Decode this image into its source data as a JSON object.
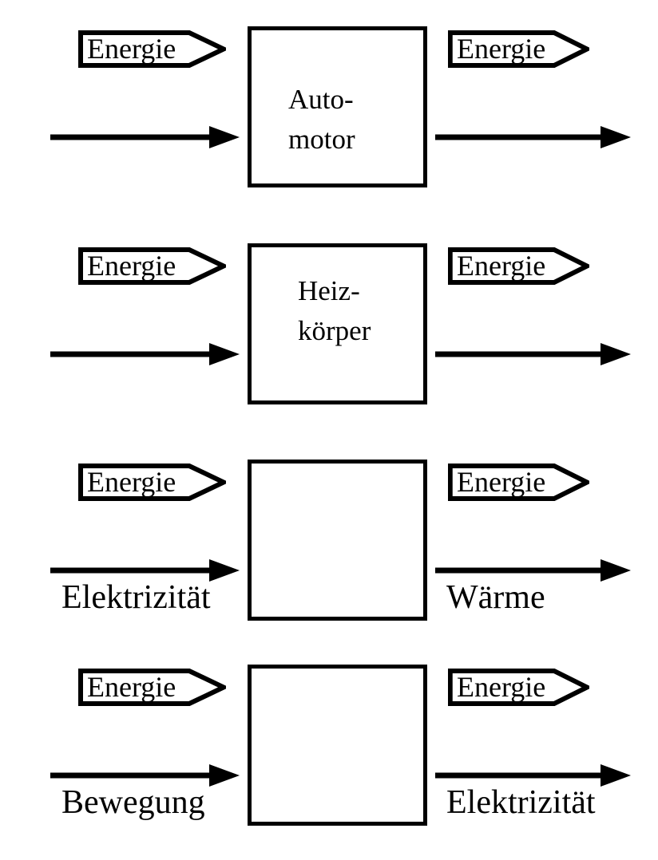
{
  "colors": {
    "line": "#000000",
    "background": "#ffffff"
  },
  "rows": [
    {
      "input_tag": "Energie",
      "output_tag": "Energie",
      "box_line1": "Auto-",
      "box_line2": "motor",
      "input_label": "",
      "output_label": ""
    },
    {
      "input_tag": "Energie",
      "output_tag": "Energie",
      "box_line1": "Heiz-",
      "box_line2": "körper",
      "input_label": "",
      "output_label": ""
    },
    {
      "input_tag": "Energie",
      "output_tag": "Energie",
      "box_line1": "",
      "box_line2": "",
      "input_label": "Elektrizität",
      "output_label": "Wärme"
    },
    {
      "input_tag": "Energie",
      "output_tag": "Energie",
      "box_line1": "",
      "box_line2": "",
      "input_label": "Bewegung",
      "output_label": "Elektrizität"
    }
  ]
}
